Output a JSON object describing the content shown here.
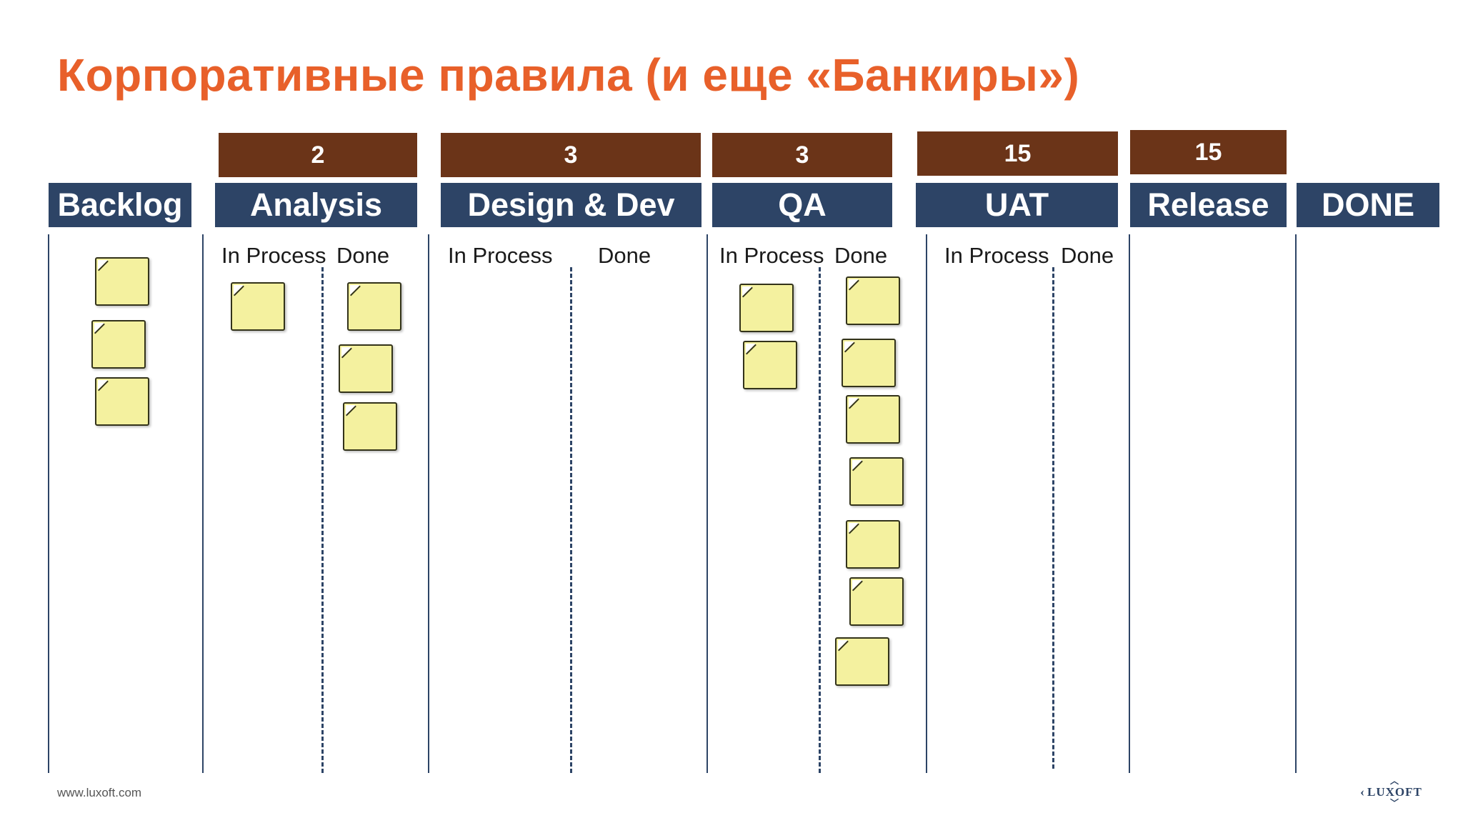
{
  "title": "Корпоративные правила (и еще «Банкиры»)",
  "wip_limits": {
    "analysis": "2",
    "design_dev": "3",
    "qa": "3",
    "uat": "15",
    "release": "15"
  },
  "columns": {
    "backlog": "Backlog",
    "analysis": "Analysis",
    "design_dev": "Design & Dev",
    "qa": "QA",
    "uat": "UAT",
    "release": "Release",
    "done": "DONE"
  },
  "subcolumns": {
    "in_process": "In Process",
    "done": "Done"
  },
  "card_counts": {
    "backlog": 3,
    "analysis_in_process": 1,
    "analysis_done": 3,
    "design_dev_in_process": 0,
    "design_dev_done": 0,
    "qa_in_process": 2,
    "qa_done": 7,
    "uat_in_process": 0,
    "uat_done": 0,
    "release": 0,
    "done": 0
  },
  "footer": {
    "url": "www.luxoft.com"
  },
  "logo": {
    "text": "LUXOFT"
  },
  "colors": {
    "title": "#E8602A",
    "wip_bar": "#6B3418",
    "header": "#2D4466",
    "sticky": "#F4F19F"
  }
}
